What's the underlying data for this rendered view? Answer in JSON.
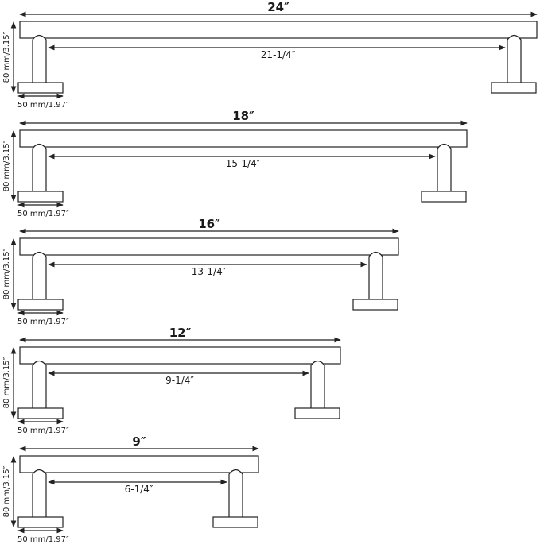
{
  "handles": [
    {
      "overall": "24″",
      "hole_spacing": "21-1/4″",
      "height": "80 mm/3.15″",
      "base_width": "50 mm/1.97″"
    },
    {
      "overall": "18″",
      "hole_spacing": "15-1/4″",
      "height": "80 mm/3.15″",
      "base_width": "50 mm/1.97″"
    },
    {
      "overall": "16″",
      "hole_spacing": "13-1/4″",
      "height": "80 mm/3.15″",
      "base_width": "50 mm/1.97″"
    },
    {
      "overall": "12″",
      "hole_spacing": "9-1/4″",
      "height": "80 mm/3.15″",
      "base_width": "50 mm/1.97″"
    },
    {
      "overall": "9″",
      "hole_spacing": "6-1/4″",
      "height": "80 mm/3.15″",
      "base_width": "50 mm/1.97″"
    }
  ],
  "colors": {
    "line": "#222222",
    "background": "#ffffff"
  }
}
